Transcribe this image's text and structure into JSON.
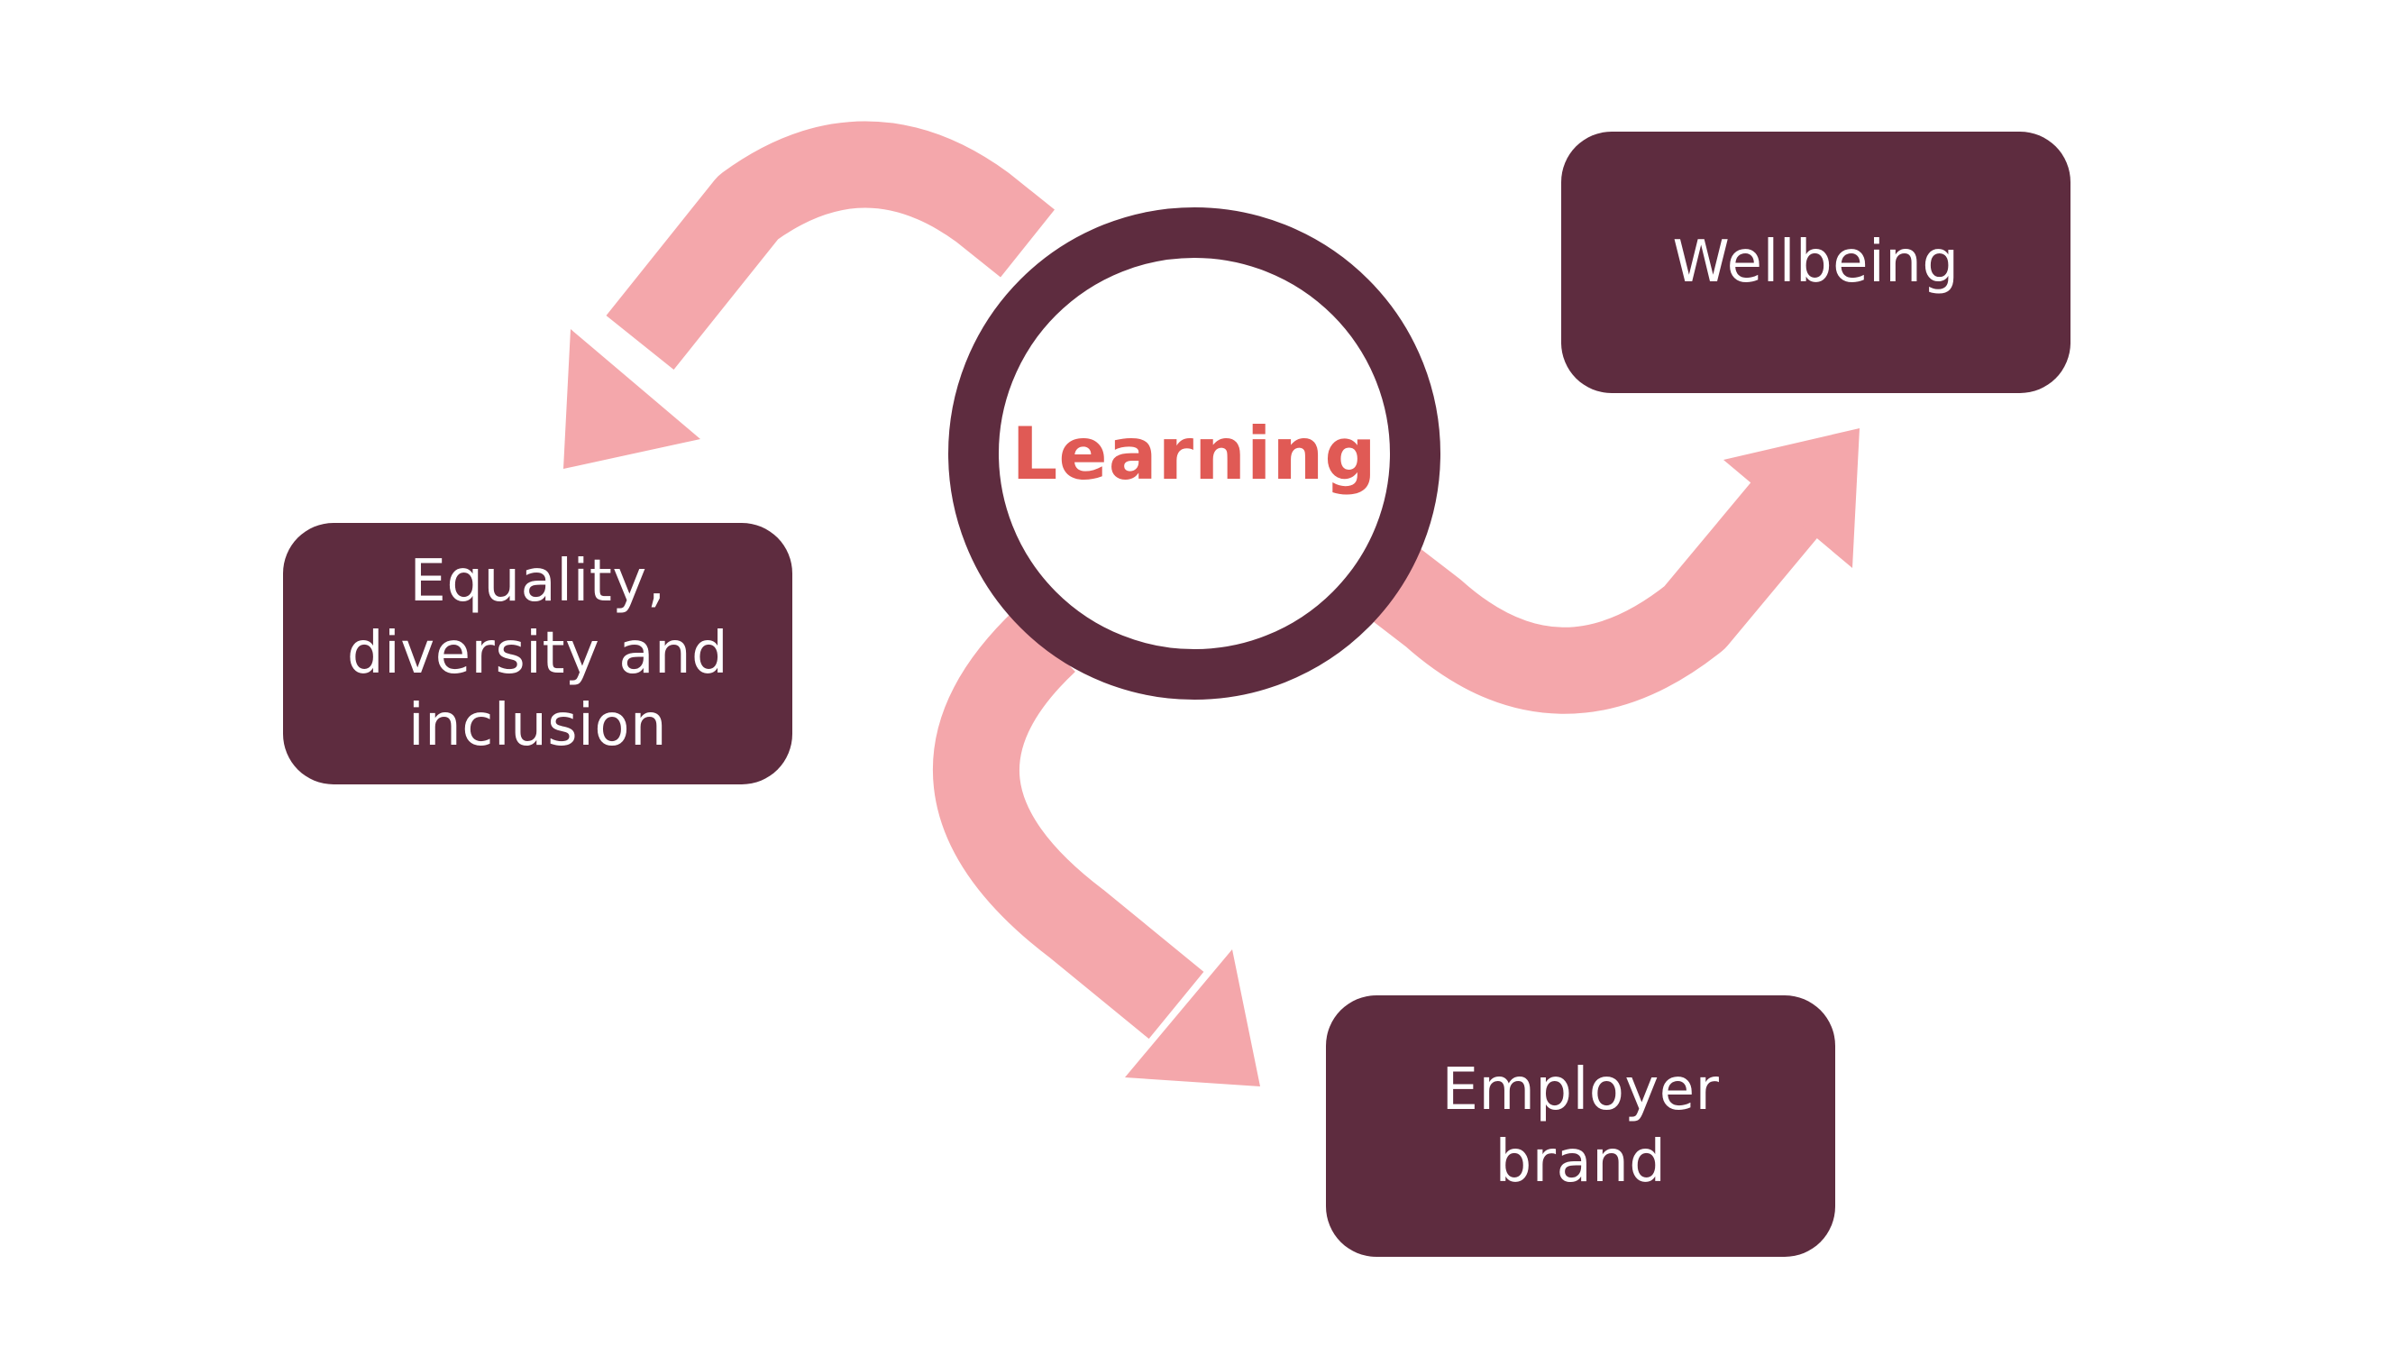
{
  "colors": {
    "arrow": "#f4a7ab",
    "box": "#5e2c3f",
    "hub_ring": "#5e2c3f",
    "hub_text": "#e05a55",
    "box_text": "#ffffff"
  },
  "hub": {
    "label": "Learning"
  },
  "nodes": [
    {
      "id": "equality",
      "label": "Equality,\ndiversity and\ninclusion"
    },
    {
      "id": "wellbeing",
      "label": "Wellbeing"
    },
    {
      "id": "employer",
      "label": "Employer\nbrand"
    }
  ]
}
